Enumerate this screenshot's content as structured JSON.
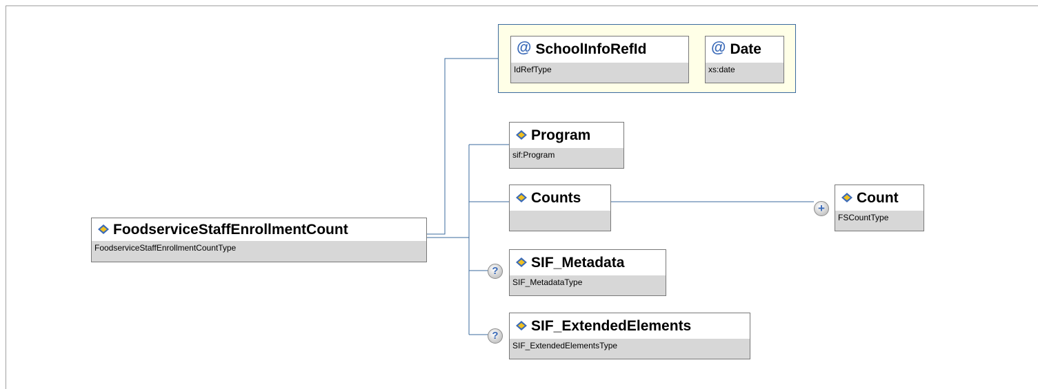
{
  "root": {
    "name": "FoodserviceStaffEnrollmentCount",
    "type": "FoodserviceStaffEnrollmentCountType"
  },
  "attributes": [
    {
      "name": "SchoolInfoRefId",
      "type": "IdRefType"
    },
    {
      "name": "Date",
      "type": "xs:date"
    }
  ],
  "elements": [
    {
      "name": "Program",
      "type": "sif:Program",
      "optional": false
    },
    {
      "name": "Counts",
      "type": "",
      "optional": false
    },
    {
      "name": "SIF_Metadata",
      "type": "SIF_MetadataType",
      "optional": true
    },
    {
      "name": "SIF_ExtendedElements",
      "type": "SIF_ExtendedElementsType",
      "optional": true
    }
  ],
  "count_child": {
    "name": "Count",
    "type": "FSCountType",
    "repeating": true
  },
  "icons": {
    "attribute": "at-icon",
    "element": "element-icon",
    "optional": "question-icon",
    "repeat": "plus-icon"
  },
  "colors": {
    "wire": "#3a6a9e",
    "attr_group_bg": "#ffffe7",
    "type_bar": "#d7d7d7"
  }
}
